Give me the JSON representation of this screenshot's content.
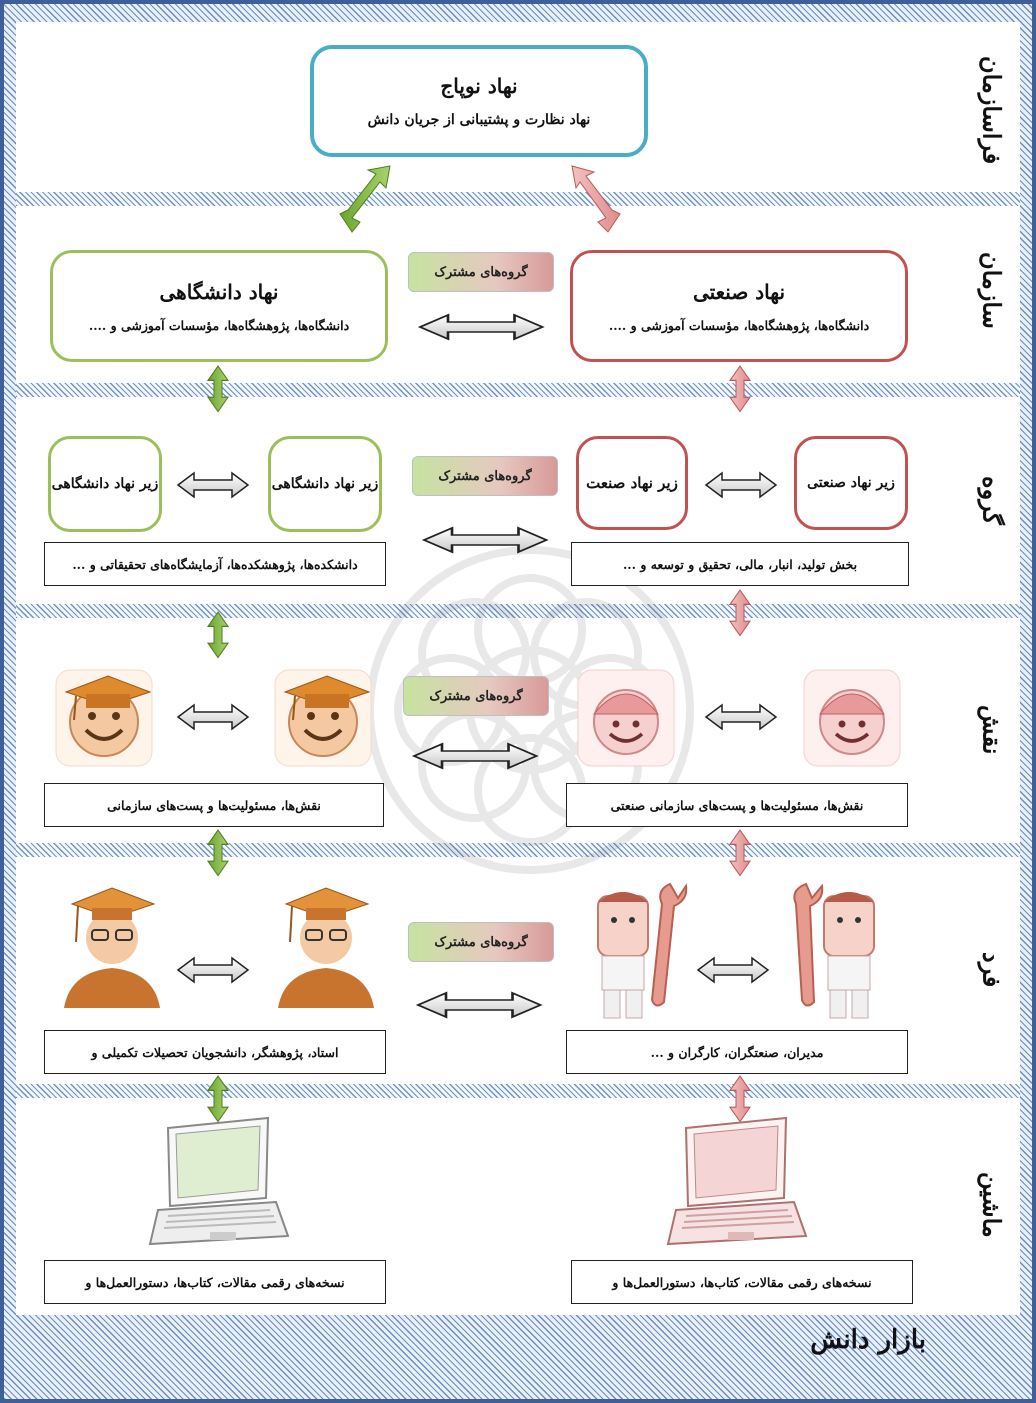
{
  "colors": {
    "green": "#9bc05a",
    "red": "#c25252",
    "blue": "#4bacc6",
    "frame": "#3f5f9a"
  },
  "layers": {
    "meta_org": "فراسازمان",
    "org": "سازمان",
    "group": "گروه",
    "role": "نقش",
    "person": "فرد",
    "machine": "ماشین"
  },
  "nopaj": {
    "title": "نهاد نوپاج",
    "subtitle": "نهاد نظارت و پشتیبانی از جریان دانش"
  },
  "academic": {
    "title": "نهاد دانشگاهی",
    "subtitle": "دانشگاه‌ها، پژوهشگاه‌ها، مؤسسات آموزشی و ...."
  },
  "industrial": {
    "title": "نهاد صنعتی",
    "subtitle": "دانشگاه‌ها، پژوهشگاه‌ها، مؤسسات آموزشی و ...."
  },
  "common_groups": "گروه‌های مشترک",
  "group_layer": {
    "acad_sub_1": "زیر نهاد دانشگاهی",
    "acad_sub_2": "زیر نهاد دانشگاهی",
    "ind_sub_1": "زیر نهاد صنعتی",
    "ind_sub_2": "زیر نهاد صنعت",
    "acad_desc": "دانشکده‌ها، پژوهشکده‌ها، آزمایشگاه‌های تحقیقاتی و ...",
    "ind_desc": "بخش تولید، انبار، مالی، تحقیق و توسعه و ..."
  },
  "role_layer": {
    "acad_desc": "نقش‌ها، مسئولیت‌ها و پست‌های سازمانی",
    "ind_desc": "نقش‌ها، مسئولیت‌ها و پست‌های سازمانی صنعتی"
  },
  "person_layer": {
    "acad_desc": "استاد، پژوهشگر، دانشجویان تحصیلات تکمیلی و",
    "ind_desc": "مدیران، صنعتگران، کارگران و ..."
  },
  "machine_layer": {
    "acad_desc": "نسخه‌های رقمی مقالات، کتاب‌ها، دستورالعمل‌ها و",
    "ind_desc": "نسخه‌های رقمی مقالات، کتاب‌ها، دستورالعمل‌ها و"
  },
  "market": "بازار دانش",
  "icons": [
    "graduate-smiley-icon",
    "worker-smiley-icon",
    "student-icon",
    "worker-wrench-icon",
    "laptop-icon"
  ]
}
